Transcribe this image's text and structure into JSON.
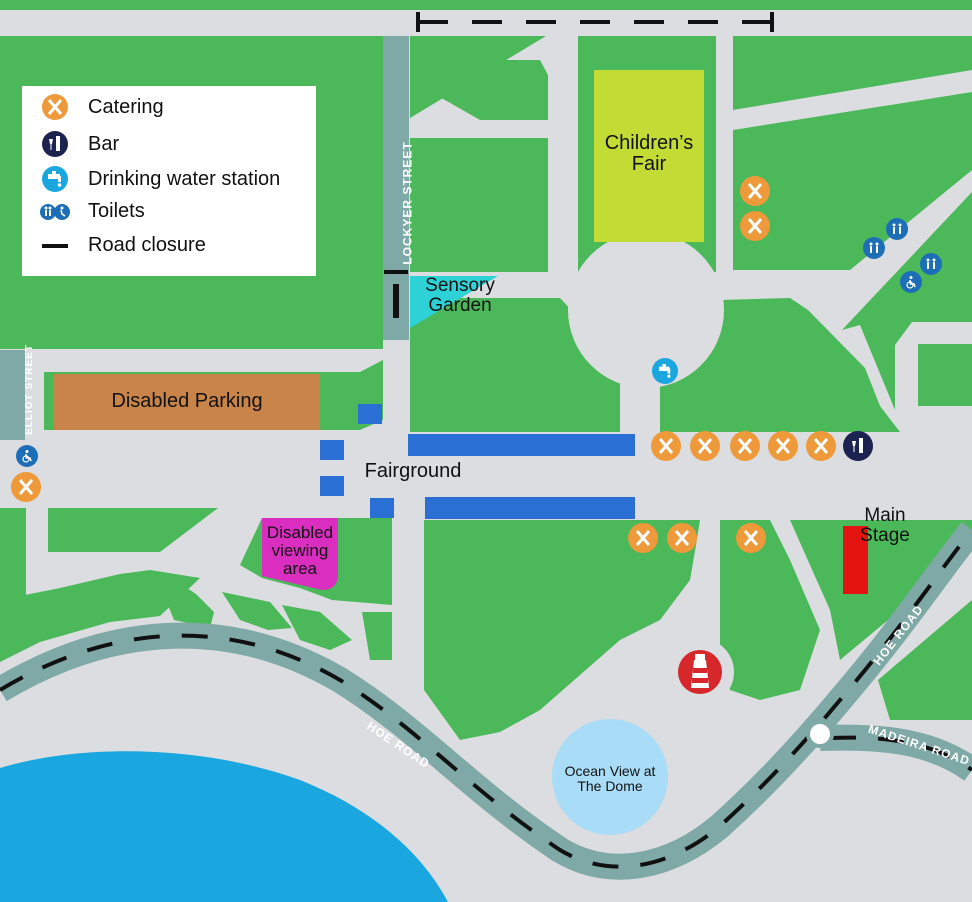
{
  "legend": {
    "items": [
      {
        "label": "Catering",
        "icon": "catering-icon"
      },
      {
        "label": "Bar",
        "icon": "bar-icon"
      },
      {
        "label": "Drinking water station",
        "icon": "water-tap-icon"
      },
      {
        "label": "Toilets",
        "icon": "toilets-icon"
      },
      {
        "label": "Road closure",
        "icon": "road-closure-icon"
      }
    ]
  },
  "areas": {
    "childrens_fair": "Children’s Fair",
    "sensory_garden": "Sensory Garden",
    "disabled_parking": "Disabled Parking",
    "fairground": "Fairground",
    "disabled_viewing": "Disabled viewing area",
    "main_stage": "Main Stage",
    "ocean_view": "Ocean View at The Dome"
  },
  "streets": {
    "lockyer": "LOCKYER STREET",
    "elliot": "ELLIOT STREET",
    "hoe_road_1": "HOE ROAD",
    "hoe_road_2": "HOE ROAD",
    "madeira": "MADEIRA ROAD"
  },
  "colors": {
    "grass": "#4bb85a",
    "road": "#dcdde0",
    "main_road": "#7fa9a6",
    "sea": "#1aa7e0",
    "childrens_fair": "#c3dc35",
    "sensory_garden": "#2ed2d6",
    "disabled_parking": "#c9844a",
    "disabled_viewing": "#da2ec0",
    "main_stage": "#e3130f",
    "ocean_view": "#a9dcf6",
    "fairground_stalls": "#2a6fd3",
    "catering": "#ee9a3a",
    "bar": "#1d2351",
    "lighthouse": "#d6282a"
  }
}
